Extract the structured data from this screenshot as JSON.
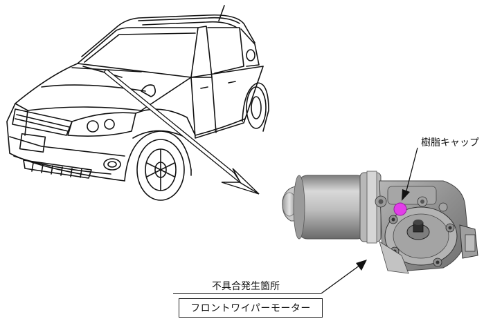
{
  "labels": {
    "resin_cap": "樹脂キャップ",
    "defect_location": "不具合発生箇所",
    "part_name": "フロントワイパーモーター"
  },
  "colors": {
    "cap_highlight": "#e23ee8",
    "line": "#222222",
    "motor_body": "#a9a9a9"
  },
  "icons": {
    "vehicle": "suv-line-drawing",
    "motor": "wiper-motor-render"
  }
}
